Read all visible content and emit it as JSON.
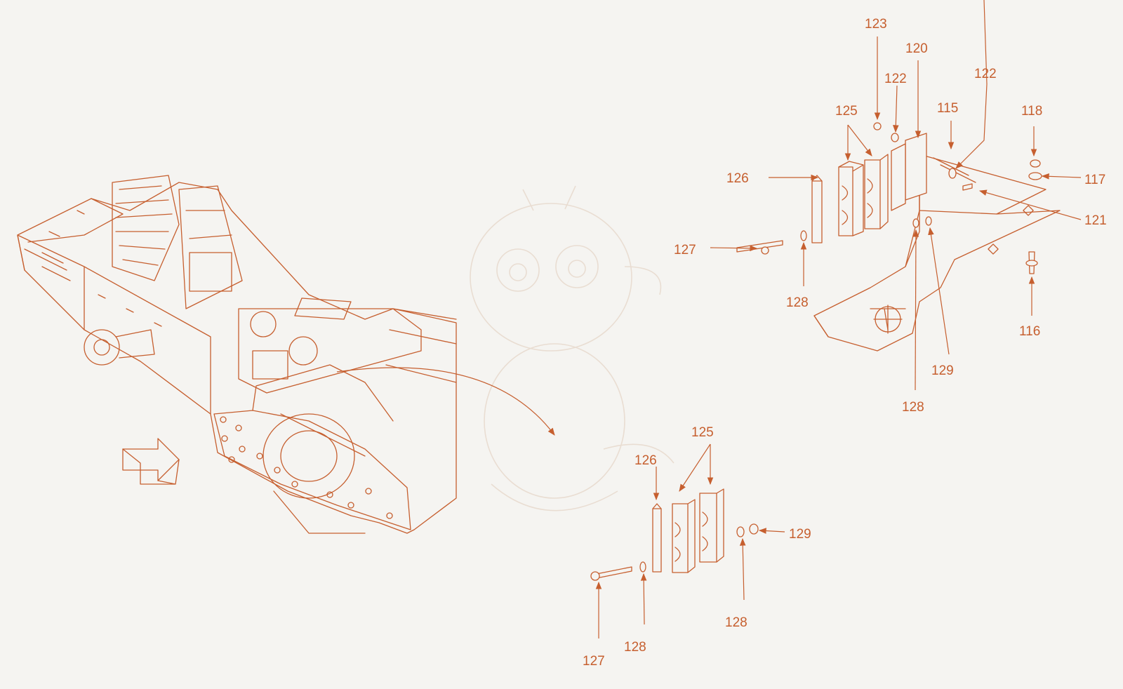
{
  "callouts": {
    "c123": "123",
    "c122a": "122",
    "c120": "120",
    "c122b": "122",
    "c125a": "125",
    "c115": "115",
    "c118": "118",
    "c126a": "126",
    "c117": "117",
    "c121": "121",
    "c127a": "127",
    "c128a": "128",
    "c116": "116",
    "c129a": "129",
    "c128b": "128",
    "c125b": "125",
    "c126b": "126",
    "c129b": "129",
    "c128c": "128",
    "c128d": "128",
    "c127b": "127"
  },
  "colors": {
    "ink": "#c65f2f",
    "background": "#f5f4f1",
    "watermark": "#e9ddd2"
  },
  "icons": {
    "direction": "direction-arrow-icon",
    "watermark": "dragon-watermark"
  }
}
